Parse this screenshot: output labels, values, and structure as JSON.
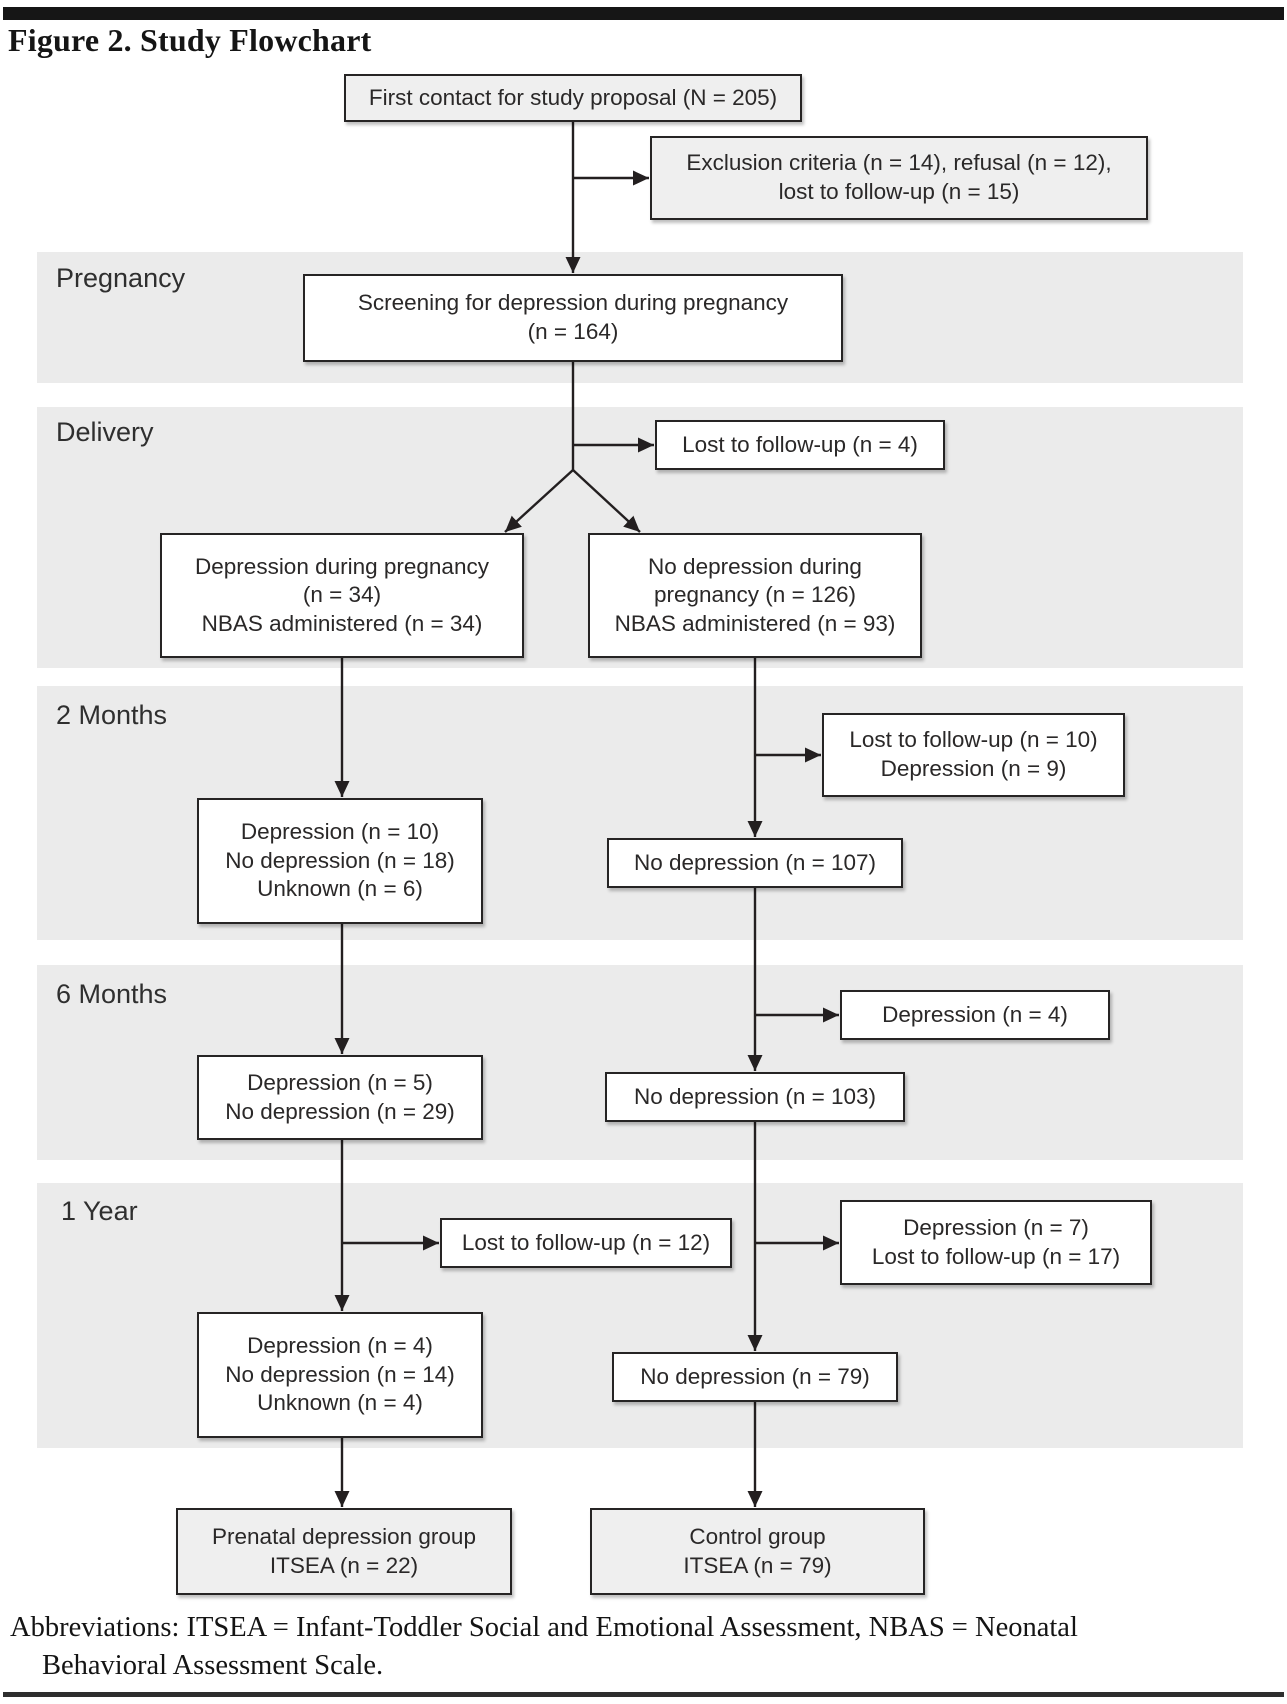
{
  "figure": {
    "title": "Figure 2. Study Flowchart",
    "footer_line1": "Abbreviations: ITSEA = Infant-Toddler Social and Emotional Assessment, NBAS = Neonatal",
    "footer_line2": "Behavioral Assessment Scale."
  },
  "bands": {
    "pregnancy": "Pregnancy",
    "delivery": "Delivery",
    "two_months": "2 Months",
    "six_months": "6 Months",
    "one_year": "1 Year"
  },
  "nodes": {
    "first_contact": {
      "lines": [
        "First contact for study proposal (N = 205)"
      ]
    },
    "exclusion": {
      "lines": [
        "Exclusion criteria (n = 14), refusal (n = 12),",
        "lost to follow-up (n = 15)"
      ]
    },
    "screening": {
      "lines": [
        "Screening for depression during pregnancy",
        "(n = 164)"
      ]
    },
    "lost_delivery": {
      "lines": [
        "Lost to follow-up (n = 4)"
      ]
    },
    "depression_pregnancy": {
      "lines": [
        "Depression during pregnancy",
        "(n = 34)",
        "NBAS administered (n = 34)"
      ]
    },
    "no_depression_pregnancy": {
      "lines": [
        "No depression during",
        "pregnancy (n = 126)",
        "NBAS administered  (n = 93)"
      ]
    },
    "lost_2m": {
      "lines": [
        "Lost to follow-up (n = 10)",
        "Depression (n = 9)"
      ]
    },
    "left_2m": {
      "lines": [
        "Depression (n = 10)",
        "No depression (n = 18)",
        "Unknown (n = 6)"
      ]
    },
    "no_depression_2m": {
      "lines": [
        "No depression (n = 107)"
      ]
    },
    "depression_6m": {
      "lines": [
        "Depression (n = 4)"
      ]
    },
    "left_6m": {
      "lines": [
        "Depression (n = 5)",
        "No depression (n = 29)"
      ]
    },
    "no_depression_6m": {
      "lines": [
        "No depression (n = 103)"
      ]
    },
    "lost_1y": {
      "lines": [
        "Lost to follow-up (n = 12)"
      ]
    },
    "right_1y": {
      "lines": [
        "Depression (n = 7)",
        "Lost to follow-up (n = 17)"
      ]
    },
    "left_1y": {
      "lines": [
        "Depression (n = 4)",
        "No depression (n = 14)",
        "Unknown (n = 4)"
      ]
    },
    "no_depression_1y": {
      "lines": [
        "No depression (n = 79)"
      ]
    },
    "prenatal_group": {
      "lines": [
        "Prenatal depression group",
        "ITSEA (n = 22)"
      ]
    },
    "control_group": {
      "lines": [
        "Control group",
        "ITSEA (n = 79)"
      ]
    }
  },
  "colors": {
    "band_gray": "#ebebeb",
    "box_fill_white": "#ffffff",
    "box_fill_gray": "#efefef",
    "box_border": "#262424",
    "line": "#231f20"
  }
}
